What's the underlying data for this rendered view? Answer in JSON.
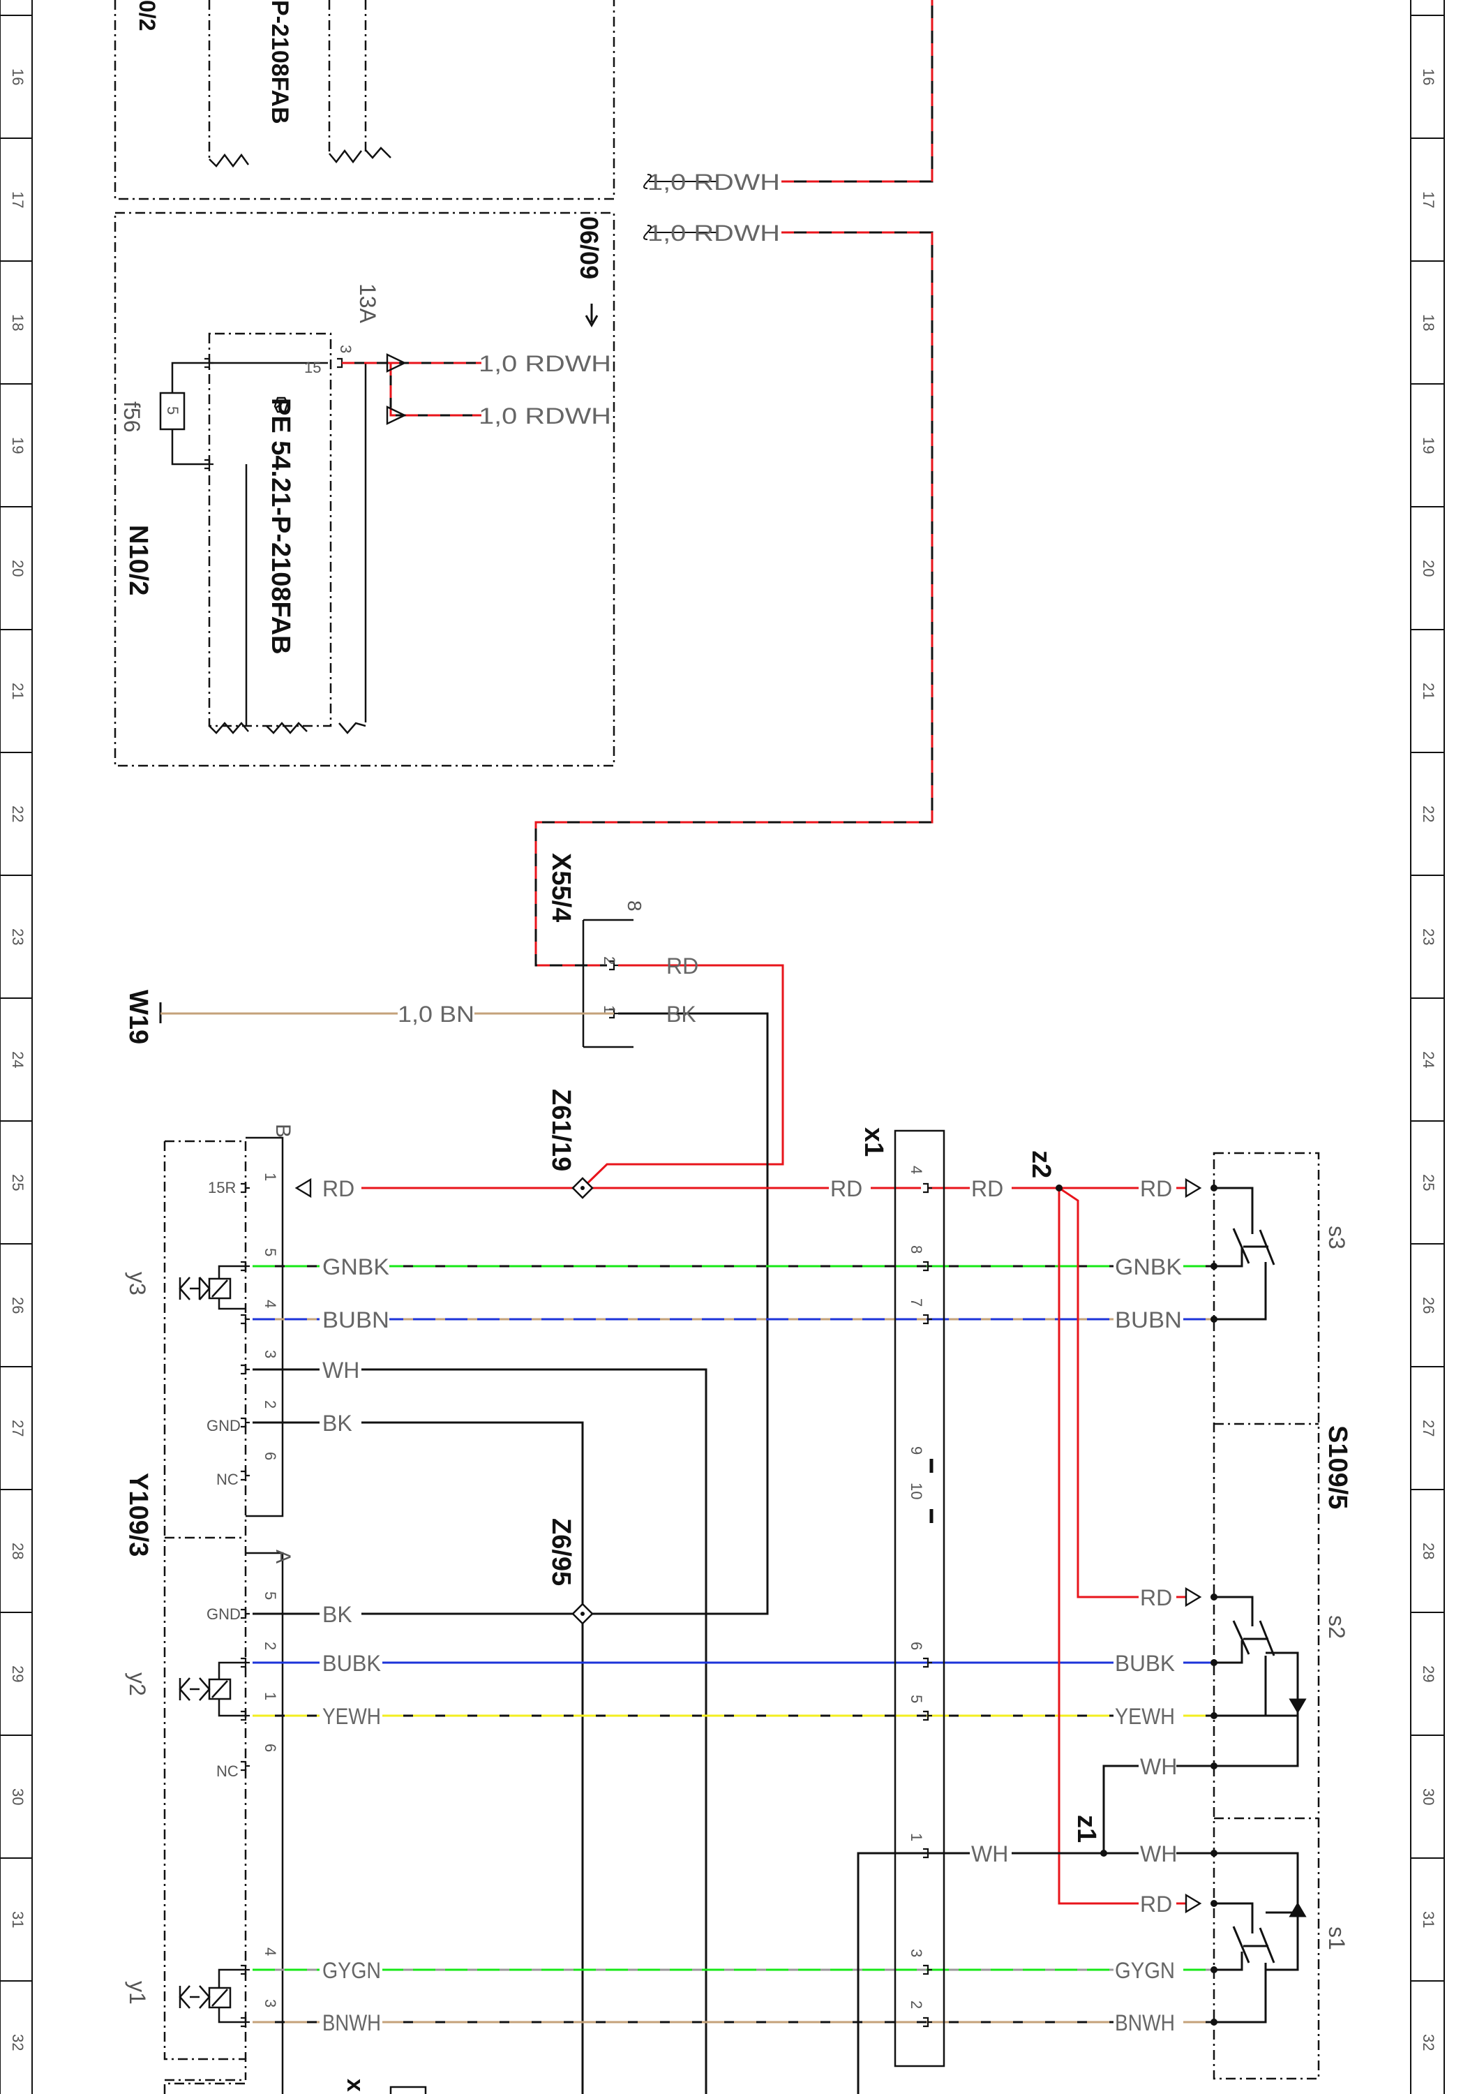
{
  "grid": {
    "row_numbers": [
      "16",
      "17",
      "18",
      "19",
      "20",
      "21",
      "22",
      "23",
      "24",
      "25",
      "26",
      "27",
      "28",
      "29",
      "30",
      "31",
      "32"
    ]
  },
  "components": {
    "n10_2_top": {
      "label": "0/2",
      "ref": "P-2108FAB"
    },
    "n10_2": {
      "label": "N10/2",
      "ref": "PE 54.21-P-2108FAB",
      "fuse_name": "f56",
      "fuse_value": "5",
      "fuse_rating": "13A",
      "pin_15": "15",
      "pin_3": "3"
    },
    "page_ref": "06/09",
    "x55_4": {
      "label": "X55/4",
      "pin_count": "8",
      "pin_2": "2",
      "pin_1": "1"
    },
    "w19": {
      "label": "W19"
    },
    "z61_19": {
      "label": "Z61/19"
    },
    "z6_95": {
      "label": "Z6/95"
    },
    "x1": {
      "label": "x1",
      "pins": {
        "p4": "4",
        "p8": "8",
        "p7": "7",
        "p9": "9",
        "p10": "10",
        "p6": "6",
        "p5": "5",
        "p1": "1",
        "p3": "3",
        "p2": "2"
      }
    },
    "z2": {
      "label": "z2"
    },
    "z1": {
      "label": "z1"
    },
    "y109_3": {
      "label": "Y109/3",
      "conn_b": "B",
      "conn_a": "A",
      "y3": "y3",
      "y2": "y2",
      "y1": "y1",
      "b_pins": {
        "p1": "1",
        "p5": "5",
        "p4": "4",
        "p3": "3",
        "p2": "2",
        "p6": "6"
      },
      "a_pins": {
        "p5": "5",
        "p2": "2",
        "p1": "1",
        "p6": "6",
        "p4": "4",
        "p3": "3"
      },
      "pin_labels": {
        "r15": "15R",
        "gnd_b": "GND",
        "nc_b": "NC",
        "gnd_a": "GND",
        "nc_a": "NC"
      }
    },
    "s109_5": {
      "label": "S109/5",
      "s3": "s3",
      "s2": "s2",
      "s1": "s1"
    },
    "x_bottom": {
      "label": "x"
    }
  },
  "wires": {
    "rdwh_1": "1,0  RDWH",
    "rdwh_2": "1,0  RDWH",
    "rdwh_3": "1,0  RDWH",
    "rdwh_4": "1,0  RDWH",
    "bn": "1,0  BN",
    "x55_rd": "RD",
    "x55_bk": "BK",
    "y_rd": "RD",
    "y_gnbk": "GNBK",
    "y_bubn": "BUBN",
    "y_wh": "WH",
    "y_bk": "BK",
    "y_bk2": "BK",
    "y_bubk": "BUBK",
    "y_yewh": "YEWH",
    "y_gygn": "GYGN",
    "y_bnwh": "BNWH",
    "x1_rd_l": "RD",
    "x1_rd_r": "RD",
    "x1_wh": "WH",
    "s_rd3": "RD",
    "s_gnbk": "GNBK",
    "s_bubn": "BUBN",
    "s_rd2": "RD",
    "s_bubk": "BUBK",
    "s_yewh": "YEWH",
    "s_wh1": "WH",
    "s_wh2": "WH",
    "s_rd1": "RD",
    "s_gygn": "GYGN",
    "s_bnwh": "BNWH"
  },
  "colors": {
    "RD": "#e8141b",
    "GN": "#17e817",
    "BU": "#1c33d9",
    "YE": "#f2ee1f",
    "BN": "#c4a27a",
    "GY": "#999999",
    "WH": "#ffffff",
    "BK": "#111111"
  }
}
